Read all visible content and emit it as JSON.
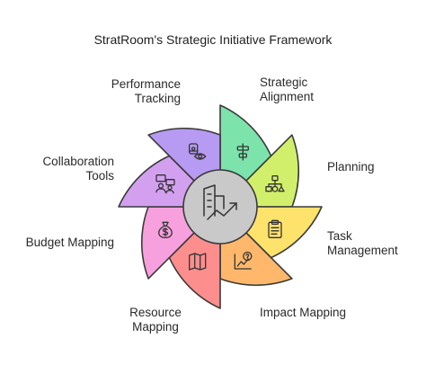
{
  "title": "StratRoom's Strategic Initiative Framework",
  "segments": [
    {
      "lines": [
        "Strategic",
        "Alignment"
      ],
      "color": "#7ce3ab",
      "icon": "alignment-icon"
    },
    {
      "lines": [
        "Planning"
      ],
      "color": "#d2ef6b",
      "icon": "hierarchy-icon"
    },
    {
      "lines": [
        "Task",
        "Management"
      ],
      "color": "#fde26c",
      "icon": "clipboard-icon"
    },
    {
      "lines": [
        "Impact Mapping"
      ],
      "color": "#ffb86b",
      "icon": "chart-question-icon"
    },
    {
      "lines": [
        "Resource",
        "Mapping"
      ],
      "color": "#fd8e8e",
      "icon": "map-icon"
    },
    {
      "lines": [
        "Budget Mapping"
      ],
      "color": "#f6a1dd",
      "icon": "money-bag-icon"
    },
    {
      "lines": [
        "Collaboration",
        "Tools"
      ],
      "color": "#d3a0f0",
      "icon": "team-chat-icon"
    },
    {
      "lines": [
        "Performance",
        "Tracking"
      ],
      "color": "#b79af2",
      "icon": "monitoring-icon"
    }
  ],
  "center": {
    "color": "#c9c9c9",
    "icon": "growth-building-icon"
  }
}
